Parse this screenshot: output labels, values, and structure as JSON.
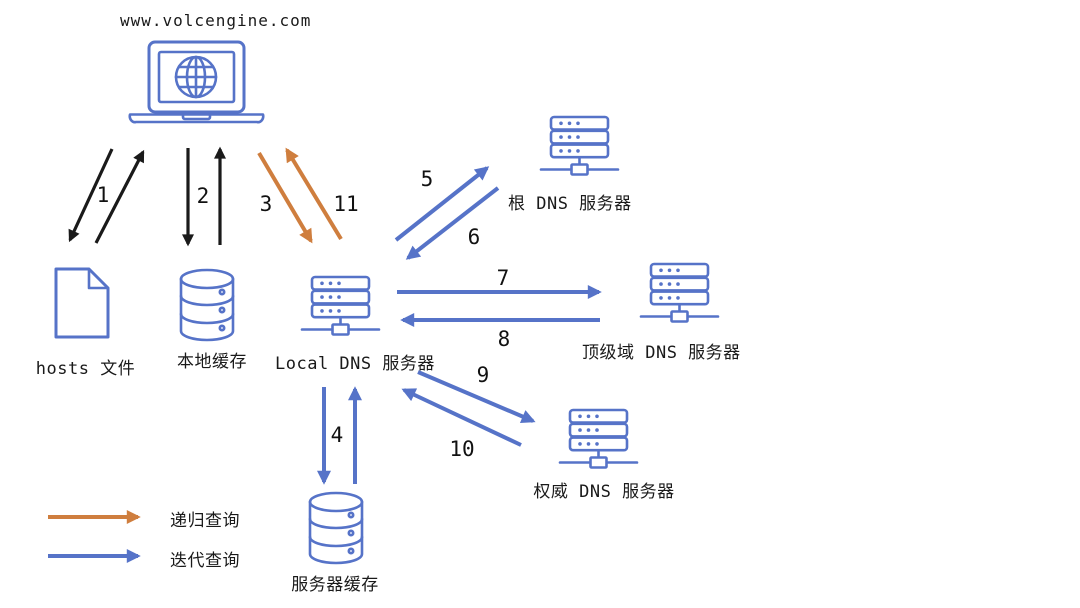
{
  "colors": {
    "blue": "#5673C8",
    "orange": "#CF7E3E",
    "black": "#1A1A1A"
  },
  "client": {
    "url": "www.volcengine.com"
  },
  "nodes": {
    "hosts_file": "hosts 文件",
    "local_cache": "本地缓存",
    "local_dns": "Local DNS 服务器",
    "root_dns": "根 DNS 服务器",
    "tld_dns": "顶级域 DNS 服务器",
    "auth_dns": "权威 DNS 服务器",
    "server_cache": "服务器缓存"
  },
  "steps": {
    "1": "1",
    "2": "2",
    "3": "3",
    "4": "4",
    "5": "5",
    "6": "6",
    "7": "7",
    "8": "8",
    "9": "9",
    "10": "10",
    "11": "11"
  },
  "legend": {
    "recursive": "递归查询",
    "iterative": "迭代查询"
  }
}
